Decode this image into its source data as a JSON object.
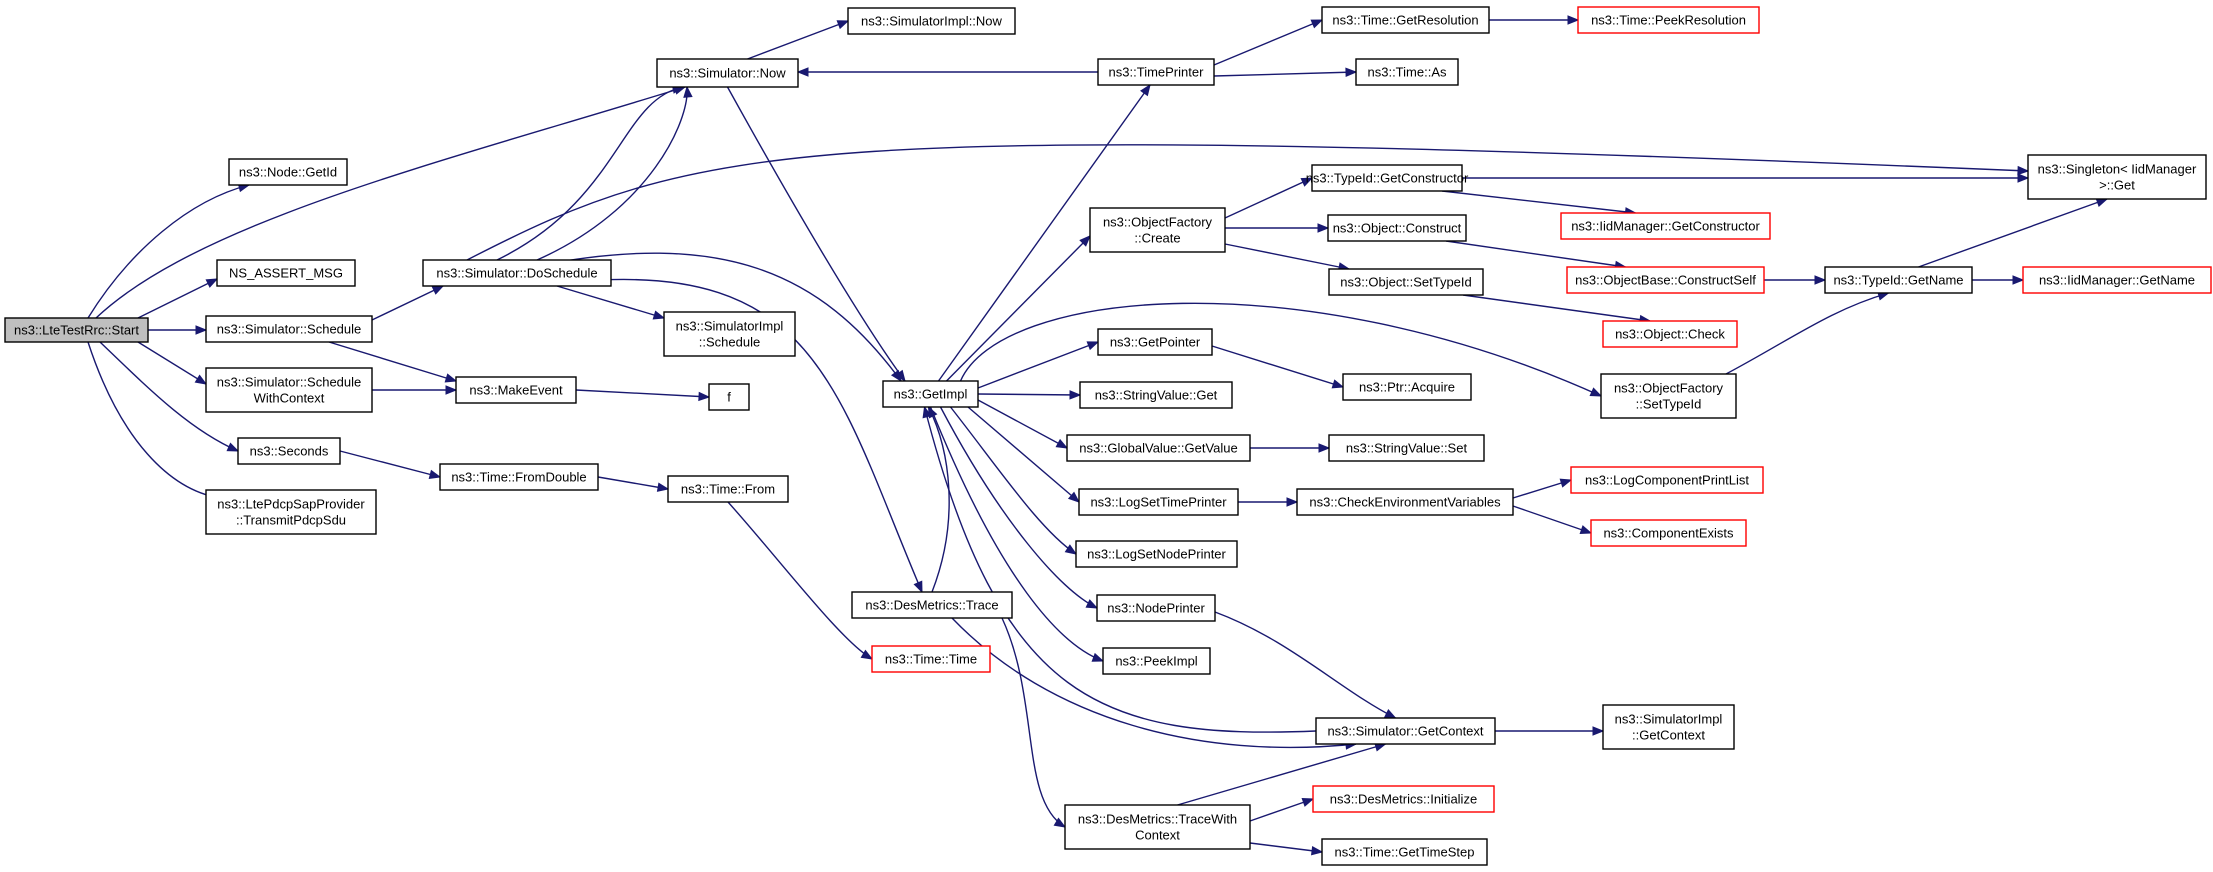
{
  "colors": {
    "edge": "#191970",
    "node_border": "#000000",
    "truncated_node_border": "#ff0000",
    "root_fill": "#bfbfbf",
    "background": "#ffffff"
  },
  "nodes": {
    "start": {
      "lines": [
        "ns3::LteTestRrc::Start"
      ]
    },
    "getid": {
      "lines": [
        "ns3::Node::GetId"
      ]
    },
    "nsassert": {
      "lines": [
        "NS_ASSERT_MSG"
      ]
    },
    "schedule": {
      "lines": [
        "ns3::Simulator::Schedule"
      ]
    },
    "schedwithctx": {
      "lines": [
        "ns3::Simulator::Schedule",
        "WithContext"
      ]
    },
    "seconds": {
      "lines": [
        "ns3::Seconds"
      ]
    },
    "transmitpdcp": {
      "lines": [
        "ns3::LtePdcpSapProvider",
        "::TransmitPdcpSdu"
      ]
    },
    "simnow": {
      "lines": [
        "ns3::Simulator::Now"
      ]
    },
    "simimplnow": {
      "lines": [
        "ns3::SimulatorImpl::Now"
      ]
    },
    "doschedule": {
      "lines": [
        "ns3::Simulator::DoSchedule"
      ]
    },
    "makeevent": {
      "lines": [
        "ns3::MakeEvent"
      ]
    },
    "fromdouble": {
      "lines": [
        "ns3::Time::FromDouble"
      ]
    },
    "simimplsched": {
      "lines": [
        "ns3::SimulatorImpl",
        "::Schedule"
      ]
    },
    "f": {
      "lines": [
        "f"
      ]
    },
    "timefrom": {
      "lines": [
        "ns3::Time::From"
      ]
    },
    "getimpl": {
      "lines": [
        "ns3::GetImpl"
      ]
    },
    "desmetricstrace": {
      "lines": [
        "ns3::DesMetrics::Trace"
      ]
    },
    "timetime": {
      "lines": [
        "ns3::Time::Time"
      ]
    },
    "timeprinter": {
      "lines": [
        "ns3::TimePrinter"
      ]
    },
    "objfactcreate": {
      "lines": [
        "ns3::ObjectFactory",
        "::Create"
      ]
    },
    "getpointer": {
      "lines": [
        "ns3::GetPointer"
      ]
    },
    "strvalget": {
      "lines": [
        "ns3::StringValue::Get"
      ]
    },
    "globalvalget": {
      "lines": [
        "ns3::GlobalValue::GetValue"
      ]
    },
    "logsettimeprinter": {
      "lines": [
        "ns3::LogSetTimePrinter"
      ]
    },
    "logsetnodeprinter": {
      "lines": [
        "ns3::LogSetNodePrinter"
      ]
    },
    "nodeprinter": {
      "lines": [
        "ns3::NodePrinter"
      ]
    },
    "peekimpl": {
      "lines": [
        "ns3::PeekImpl"
      ]
    },
    "desmetricstracewctx": {
      "lines": [
        "ns3::DesMetrics::TraceWith",
        "Context"
      ]
    },
    "getresolution": {
      "lines": [
        "ns3::Time::GetResolution"
      ]
    },
    "peekresolution": {
      "lines": [
        "ns3::Time::PeekResolution"
      ]
    },
    "timeas": {
      "lines": [
        "ns3::Time::As"
      ]
    },
    "typeidgetctor": {
      "lines": [
        "ns3::TypeId::GetConstructor"
      ]
    },
    "objconstruct": {
      "lines": [
        "ns3::Object::Construct"
      ]
    },
    "objsettypeid": {
      "lines": [
        "ns3::Object::SetTypeId"
      ]
    },
    "ptracquire": {
      "lines": [
        "ns3::Ptr::Acquire"
      ]
    },
    "strvalset": {
      "lines": [
        "ns3::StringValue::Set"
      ]
    },
    "checkenv": {
      "lines": [
        "ns3::CheckEnvironmentVariables"
      ]
    },
    "simgetcontext": {
      "lines": [
        "ns3::Simulator::GetContext"
      ]
    },
    "desmetricsinit": {
      "lines": [
        "ns3::DesMetrics::Initialize"
      ]
    },
    "gettimestep": {
      "lines": [
        "ns3::Time::GetTimeStep"
      ]
    },
    "iidmgrgetctor": {
      "lines": [
        "ns3::IidManager::GetConstructor"
      ]
    },
    "objbaseconstructself": {
      "lines": [
        "ns3::ObjectBase::ConstructSelf"
      ]
    },
    "objcheck": {
      "lines": [
        "ns3::Object::Check"
      ]
    },
    "logcompprintlist": {
      "lines": [
        "ns3::LogComponentPrintList"
      ]
    },
    "compexists": {
      "lines": [
        "ns3::ComponentExists"
      ]
    },
    "simimplgetctx": {
      "lines": [
        "ns3::SimulatorImpl",
        "::GetContext"
      ]
    },
    "singletonget": {
      "lines": [
        "ns3::Singleton< IidManager",
        ">::Get"
      ]
    },
    "typeidgetname": {
      "lines": [
        "ns3::TypeId::GetName"
      ]
    },
    "objfactsettypeid": {
      "lines": [
        "ns3::ObjectFactory",
        "::SetTypeId"
      ]
    },
    "iidmgrgetname": {
      "lines": [
        "ns3::IidManager::GetName"
      ]
    }
  }
}
